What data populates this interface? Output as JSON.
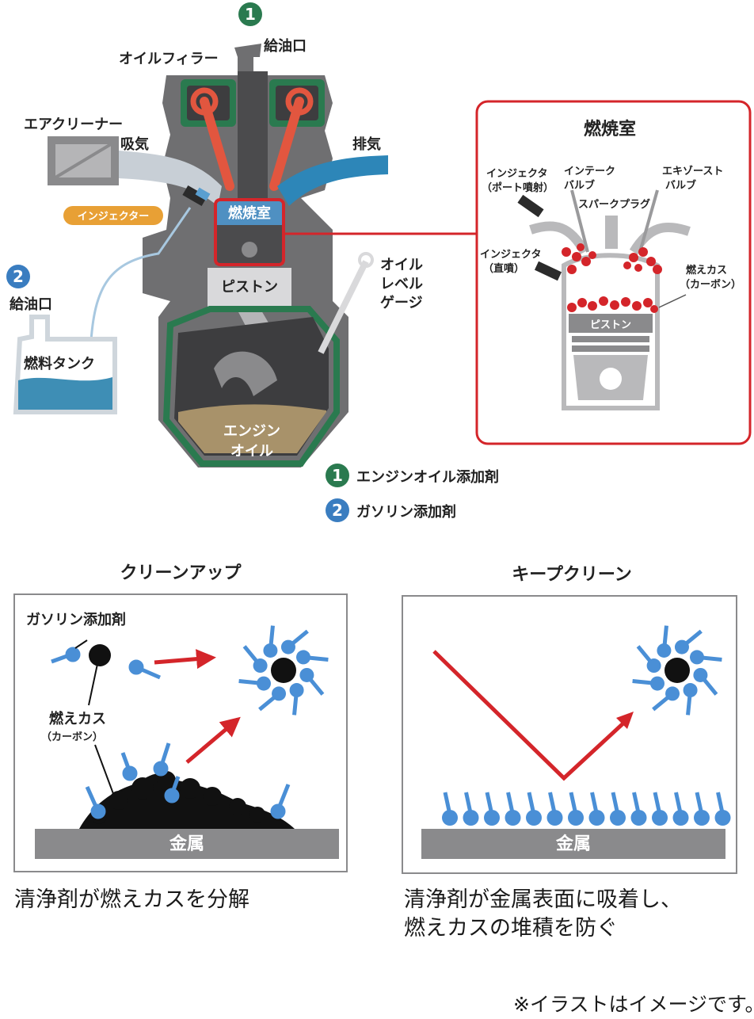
{
  "colors": {
    "green": "#2a7a4f",
    "blue": "#3a7dc0",
    "red": "#d4252a",
    "orange": "#e8a035",
    "engine_gray": "#6f6f71",
    "fuel_blue": "#3e8eb5",
    "molecule_blue": "#4a8fd6",
    "metal_gray": "#8a8a8a"
  },
  "engine": {
    "badge1": "1",
    "badge2": "2",
    "oil_filler": "オイルフィラー",
    "fill_port_top": "給油口",
    "air_cleaner": "エアクリーナー",
    "intake": "吸気",
    "exhaust": "排気",
    "injector": "インジェクター",
    "combustion_chamber": "燃焼室",
    "piston": "ピストン",
    "oil_level_1": "オイル",
    "oil_level_2": "レベル",
    "oil_level_3": "ゲージ",
    "fill_port_left": "給油口",
    "fuel_tank": "燃料タンク",
    "engine_oil_1": "エンジン",
    "engine_oil_2": "オイル"
  },
  "detail": {
    "title": "燃焼室",
    "injector_port_1": "インジェクタ",
    "injector_port_2": "（ポート噴射）",
    "intake_valve_1": "インテーク",
    "intake_valve_2": "バルブ",
    "exhaust_valve_1": "エキゾースト",
    "exhaust_valve_2": "バルブ",
    "spark_plug": "スパークプラグ",
    "injector_direct_1": "インジェクタ",
    "injector_direct_2": "（直噴）",
    "carbon_1": "燃えカス",
    "carbon_2": "（カーボン）",
    "piston": "ピストン"
  },
  "legend": [
    {
      "num": "1",
      "label": "エンジンオイル添加剤"
    },
    {
      "num": "2",
      "label": "ガソリン添加剤"
    }
  ],
  "cleanup": {
    "title": "クリーンアップ",
    "additive_label": "ガソリン添加剤",
    "carbon_1": "燃えカス",
    "carbon_2": "（カーボン）",
    "metal": "金属",
    "caption": "清浄剤が燃えカスを分解"
  },
  "keepclean": {
    "title": "キープクリーン",
    "metal": "金属",
    "caption_1": "清浄剤が金属表面に吸着し、",
    "caption_2": "燃えカスの堆積を防ぐ"
  },
  "footnote": "※イラストはイメージです。"
}
